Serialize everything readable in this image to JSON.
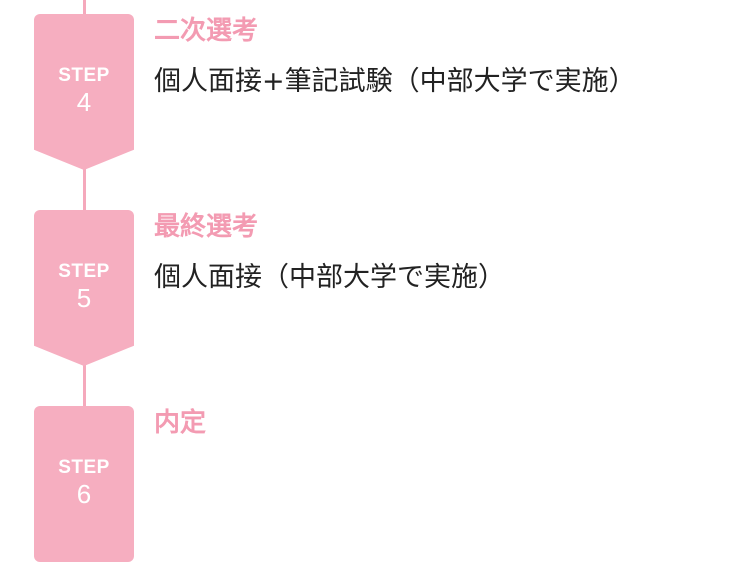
{
  "steps": [
    {
      "label": "STEP",
      "number": "4",
      "title": "二次選考",
      "description": "個人面接+筆記試験（中部大学で実施）"
    },
    {
      "label": "STEP",
      "number": "5",
      "title": "最終選考",
      "description": "個人面接（中部大学で実施）"
    },
    {
      "label": "STEP",
      "number": "6",
      "title": "内定",
      "description": ""
    }
  ],
  "colors": {
    "badge": "#f6aec0",
    "line": "#f5a9bc",
    "title": "#f39bb2",
    "text": "#222222"
  }
}
